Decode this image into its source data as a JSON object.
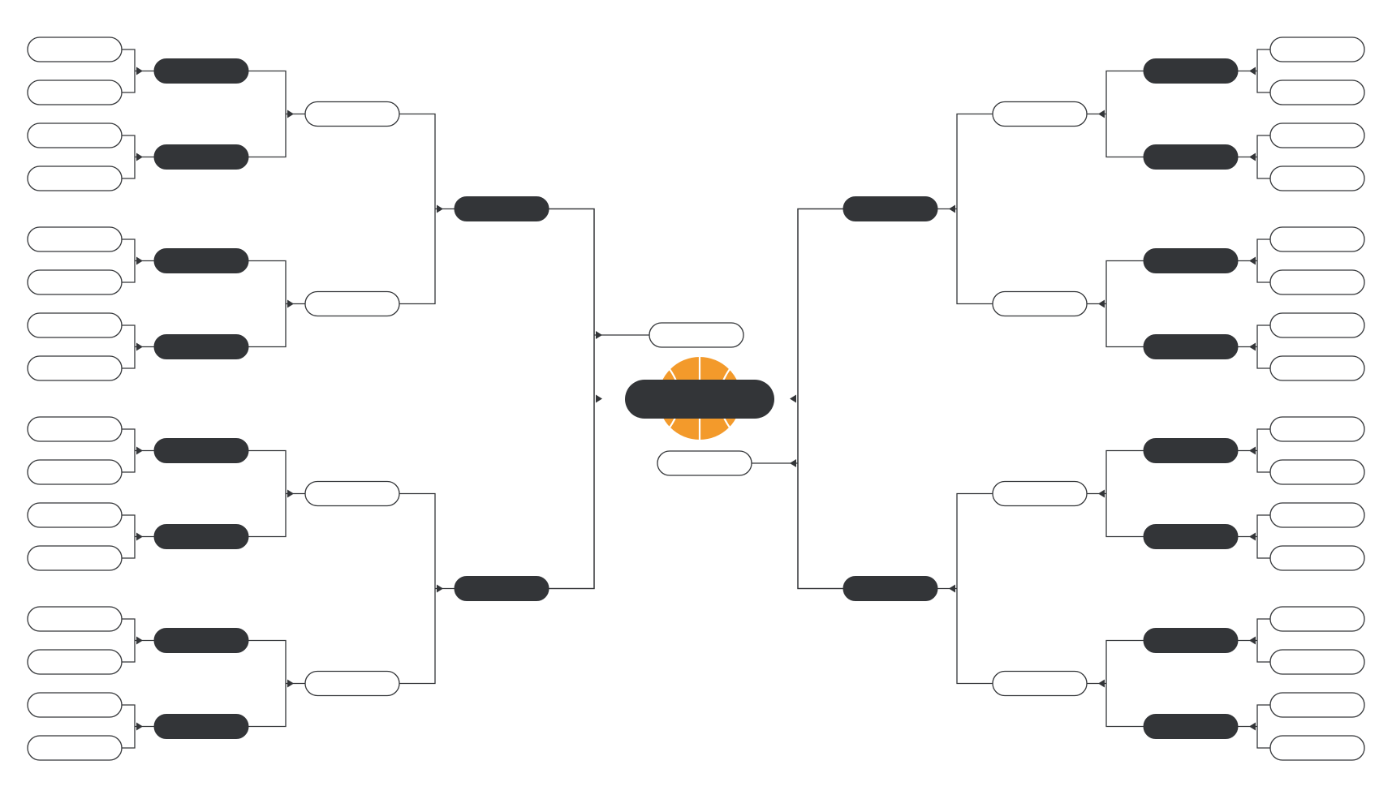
{
  "colors": {
    "line": "#333538",
    "filled_slot": "#333538",
    "empty_slot": "#ffffff",
    "ball": "#f39a2b",
    "background": "#ffffff"
  },
  "icons": {
    "center": "basketball-icon",
    "connector": "triangle-marker"
  },
  "bracket": {
    "teams_per_side": 16,
    "round_slot_styles": [
      "outline",
      "filled",
      "outline",
      "filled",
      "outline"
    ],
    "champion_slot": "filled",
    "labels": []
  }
}
